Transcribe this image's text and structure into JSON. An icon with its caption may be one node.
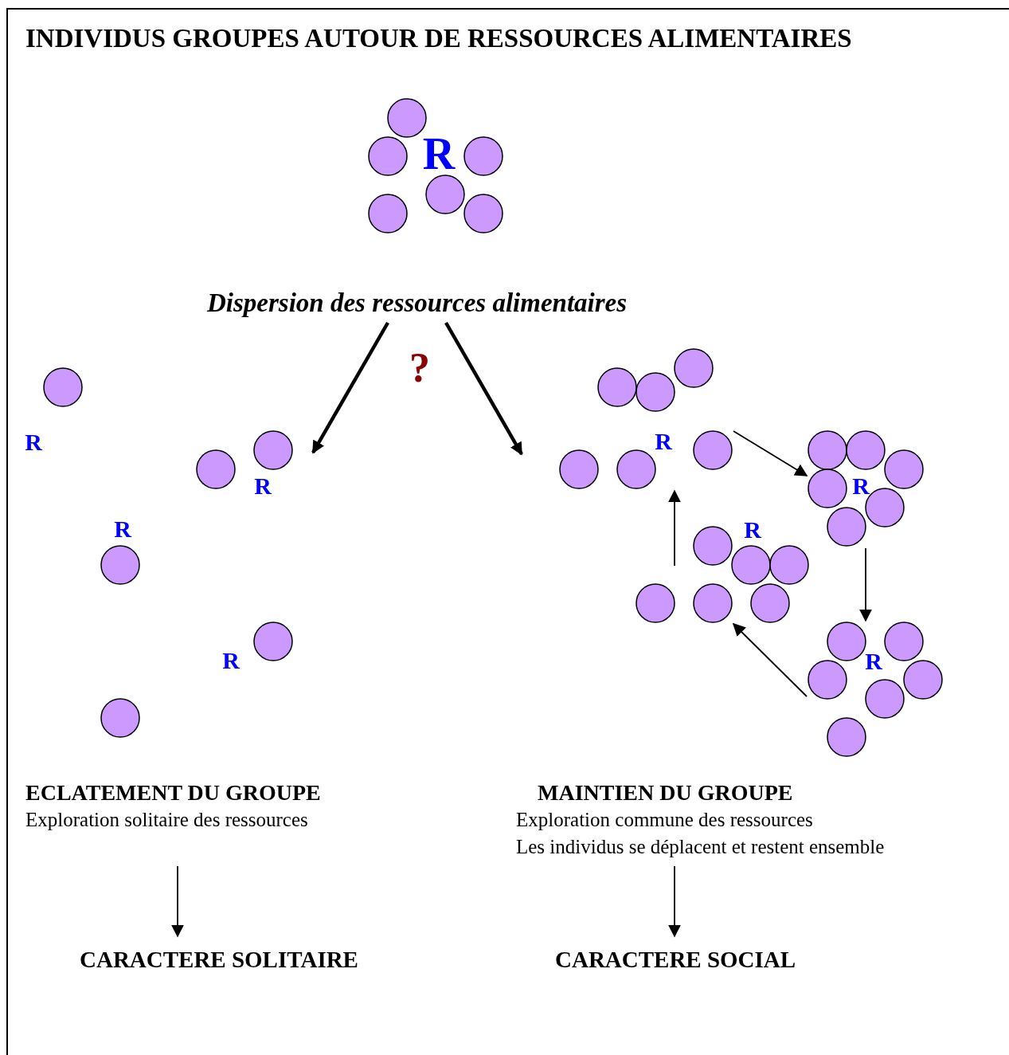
{
  "diagram": {
    "title": "INDIVIDUS GROUPES AUTOUR DE RESSOURCES ALIMENTAIRES",
    "nodes": [
      {
        "text": [
          "R"
        ]
      },
      {
        "text": [
          "Dispersion des ressources alimentaires"
        ]
      },
      {
        "text": [
          "R"
        ]
      },
      {
        "text": [
          "R"
        ]
      },
      {
        "text": [
          "R"
        ]
      },
      {
        "text": [
          "R"
        ]
      },
      {
        "text": [
          "R"
        ]
      },
      {
        "text": [
          "ECLATEMENT DU GROUPE",
          "Exploration solitaire des ressources"
        ]
      },
      {
        "text": [
          "CARACTERE SOLITAIRE"
        ]
      },
      {
        "text": [
          "MAINTIEN DU GROUPE",
          "Exploration commune des ressources",
          "Les individus se déplacent et restent ensemble"
        ]
      },
      {
        "text": [
          "CARACTERE SOCIAL"
        ]
      },
      {
        "text": [],
        "shape": "circle"
      },
      {
        "text": [],
        "shape": "circle"
      },
      {
        "text": [],
        "shape": "circle"
      },
      {
        "text": [],
        "shape": "circle"
      }
    ],
    "edges": [
      {
        "from": 1,
        "to": 2,
        "arrow": "to",
        "style": "thick"
      },
      {
        "from": 1,
        "to": 3,
        "arrow": "to",
        "style": "thick"
      },
      {
        "from": 3,
        "to": 4,
        "arrow": "to"
      },
      {
        "from": 4,
        "to": 5,
        "arrow": "to"
      },
      {
        "from": 5,
        "to": 6,
        "arrow": "to"
      },
      {
        "from": 6,
        "to": 3,
        "arrow": "to"
      },
      {
        "from": 7,
        "to": 8,
        "arrow": "to"
      },
      {
        "from": 9,
        "to": 10,
        "arrow": "to"
      }
    ],
    "labels": [
      "?",
      "R",
      "R",
      "R"
    ]
  }
}
